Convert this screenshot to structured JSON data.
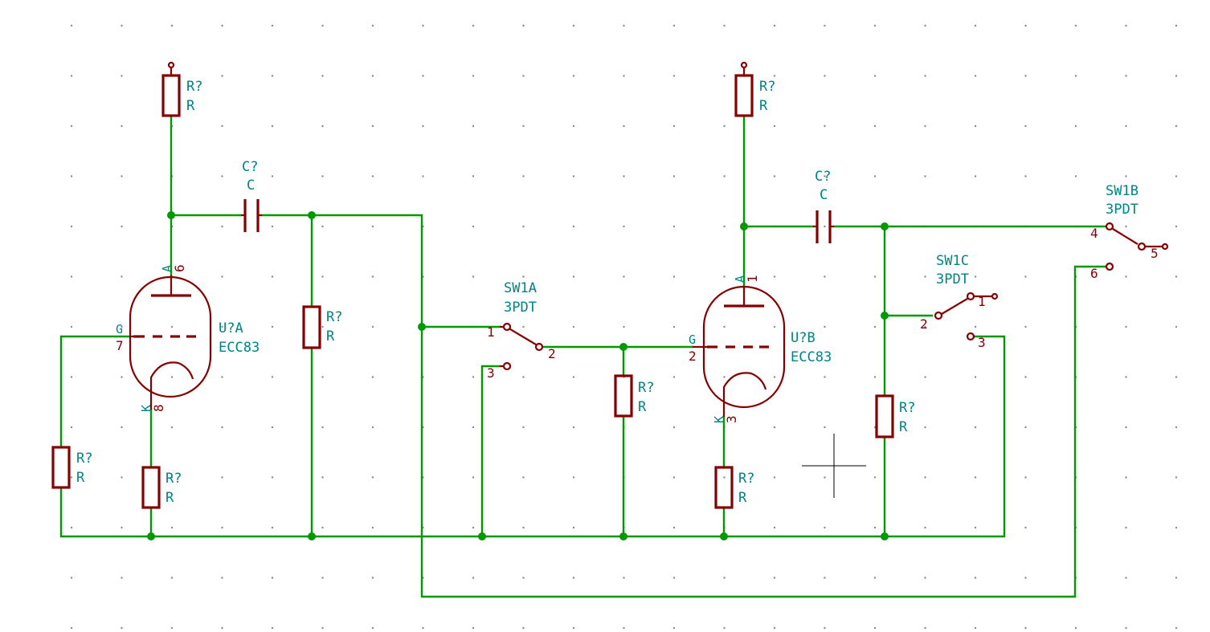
{
  "colors": {
    "wire": "#009900",
    "component": "#840000",
    "text": "#008484",
    "background": "#ffffff"
  },
  "resistors": [
    {
      "ref": "R?",
      "value": "R"
    },
    {
      "ref": "R?",
      "value": "R"
    },
    {
      "ref": "R?",
      "value": "R"
    },
    {
      "ref": "R?",
      "value": "R"
    },
    {
      "ref": "R?",
      "value": "R"
    },
    {
      "ref": "R?",
      "value": "R"
    },
    {
      "ref": "R?",
      "value": "R"
    },
    {
      "ref": "R?",
      "value": "R"
    }
  ],
  "capacitors": [
    {
      "ref": "C?",
      "value": "C"
    },
    {
      "ref": "C?",
      "value": "C"
    }
  ],
  "tubes": [
    {
      "ref": "U?A",
      "value": "ECC83",
      "anode_name": "A",
      "anode_pin": "6",
      "grid_name": "G",
      "grid_pin": "7",
      "cathode_name": "K",
      "cathode_pin": "8"
    },
    {
      "ref": "U?B",
      "value": "ECC83",
      "anode_name": "A",
      "anode_pin": "1",
      "grid_name": "G",
      "grid_pin": "2",
      "cathode_name": "K",
      "cathode_pin": "3"
    }
  ],
  "switches": [
    {
      "ref": "SW1A",
      "value": "3PDT",
      "pin_a": "1",
      "pin_common": "2",
      "pin_b": "3"
    },
    {
      "ref": "SW1C",
      "value": "3PDT",
      "pin_a": "1",
      "pin_common": "2",
      "pin_b": "3"
    },
    {
      "ref": "SW1B",
      "value": "3PDT",
      "pin_a": "4",
      "pin_common": "5",
      "pin_b": "6"
    }
  ]
}
